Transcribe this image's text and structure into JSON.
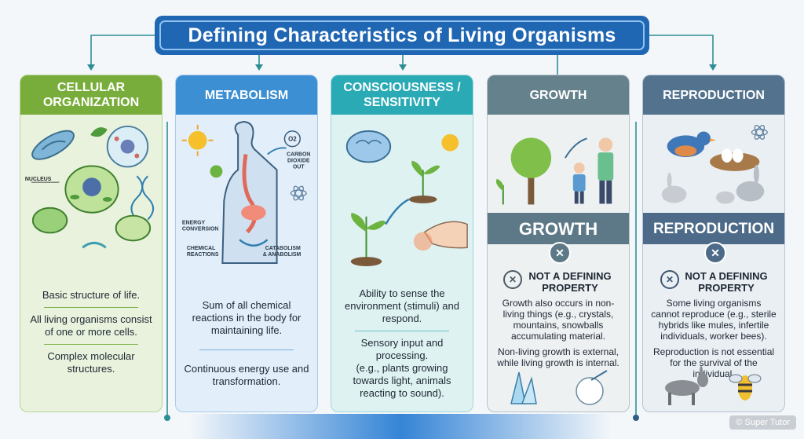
{
  "title": "Defining Characteristics of Living Organisms",
  "watermark": "© Super Tutor",
  "colors": {
    "title_bg": "#1f66b3",
    "cellular": "#79ad3b",
    "metabolism": "#3c8fd3",
    "consciousness": "#2aaab5",
    "growth": "#65818c",
    "reproduction": "#53728e"
  },
  "columns": {
    "cellular": {
      "header_line1": "CELLULAR",
      "header_line2": "ORGANIZATION",
      "art_label": "NUCLEUS",
      "icons": [
        "bacterium-icon",
        "cell-icon",
        "dna-icon",
        "plant-cell-icon",
        "leaf-icon"
      ],
      "text1": "Basic structure of life.",
      "text2": "All living organisms consist of one or more cells.",
      "text3": "Complex molecular structures."
    },
    "metabolism": {
      "header": "METABOLISM",
      "labels": {
        "o2": "O2",
        "co2": "CARBON DIOXIDE OUT",
        "energy": "ENERGY CONVERSION",
        "chemical": "CHEMICAL REACTIONS",
        "catabolism": "CATABOLISM & ANABOLISM"
      },
      "icons": [
        "sun-icon",
        "human-digestive-icon",
        "apple-icon",
        "atom-icon"
      ],
      "text1": "Sum of all chemical reactions in the body for maintaining life.",
      "text2": "Continuous energy use and transformation."
    },
    "consciousness": {
      "header_line1": "CONSCIOUSNESS /",
      "header_line2": "SENSITIVITY",
      "icons": [
        "brain-icon",
        "sun-icon",
        "sprout-icon",
        "hand-icon"
      ],
      "text1": "Ability to sense the environment (stimuli) and respond.",
      "text2": "Sensory input and processing.",
      "text3": "(e.g., plants growing towards light, animals reacting to sound)."
    },
    "growth": {
      "header": "GROWTH",
      "ribbon": "GROWTH",
      "badge": "NOT A DEFINING PROPERTY",
      "icons": [
        "tree-icon",
        "child-icon",
        "adult-icon",
        "crystal-icon",
        "snowball-icon",
        "cross-icon"
      ],
      "text1": "Growth also occurs in non-living things (e.g., crystals, mountains, snowballs accumulating material.",
      "text2": "Non-living growth is external, while living growth is internal."
    },
    "reproduction": {
      "header": "REPRODUCTION",
      "ribbon": "REPRODUCTION",
      "badge": "NOT A DEFINING PROPERTY",
      "icons": [
        "bird-icon",
        "nest-icon",
        "rabbit-icon",
        "atom-icon",
        "mule-icon",
        "bee-icon",
        "cross-icon"
      ],
      "text1": "Some living organisms cannot reproduce (e.g., sterile hybrids like mules, infertile individuals, worker bees).",
      "text2": "Reproduction is not essential for the survival of the individual."
    }
  }
}
